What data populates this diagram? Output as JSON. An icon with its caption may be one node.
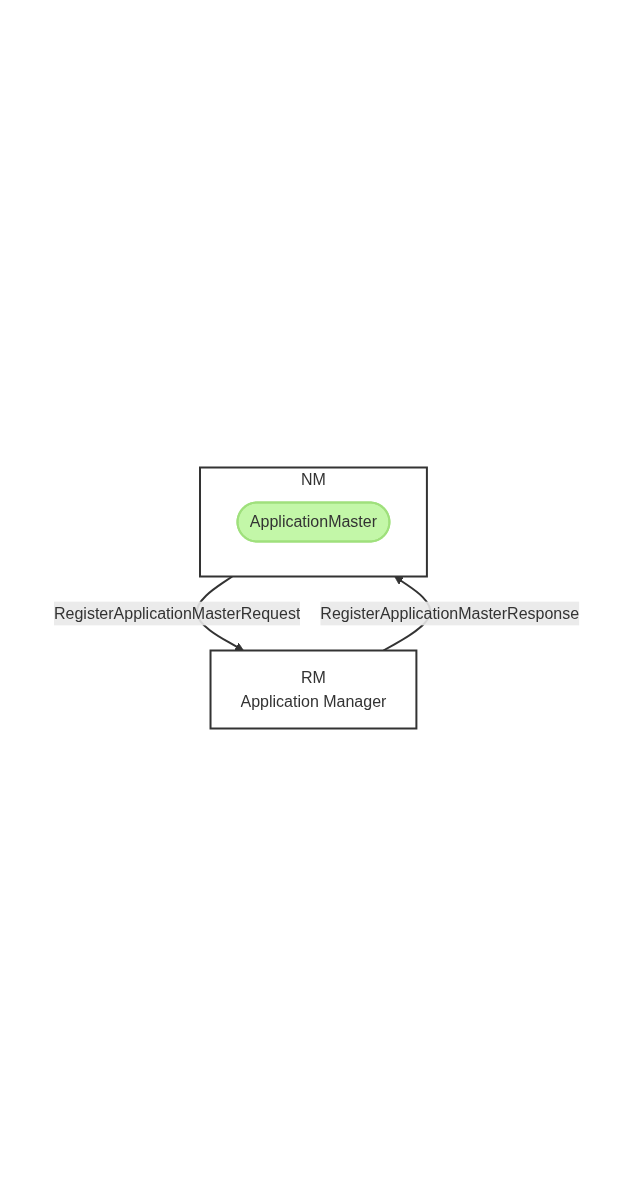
{
  "diagram": {
    "nodes": [
      {
        "text": [
          "RM",
          "Application Manager"
        ]
      },
      {
        "text": [
          "NM"
        ]
      },
      {
        "text": [
          "ApplicationMaster"
        ],
        "in": 1
      }
    ],
    "edges": [
      {
        "from": 1,
        "to": 0,
        "arrow": "to",
        "label": "RegisterApplicationMasterRequest"
      },
      {
        "from": 0,
        "to": 1,
        "arrow": "to",
        "label": "RegisterApplicationMasterResponse"
      }
    ]
  }
}
